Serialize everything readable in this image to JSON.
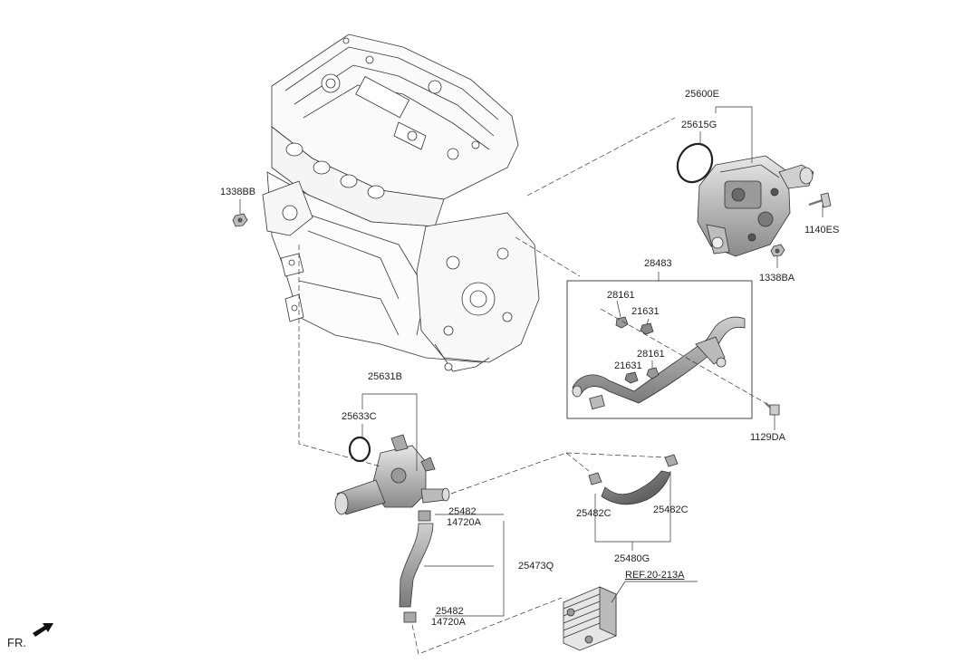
{
  "diagram": {
    "parts": {
      "p25600E": "25600E",
      "p25615G": "25615G",
      "p1140ES": "1140ES",
      "p1338BA": "1338BA",
      "p1338BB": "1338BB",
      "p28483": "28483",
      "p28161_a": "28161",
      "p21631_a": "21631",
      "p28161_b": "28161",
      "p21631_b": "21631",
      "p1129DA": "1129DA",
      "p25631B": "25631B",
      "p25633C": "25633C",
      "p25482_a": "25482",
      "p14720A_a": "14720A",
      "p25473Q": "25473Q",
      "p25482_b": "25482",
      "p14720A_b": "14720A",
      "p25482C_a": "25482C",
      "p25482C_b": "25482C",
      "p25480G": "25480G",
      "ref": "REF.20-213A"
    },
    "orientation": "FR."
  }
}
